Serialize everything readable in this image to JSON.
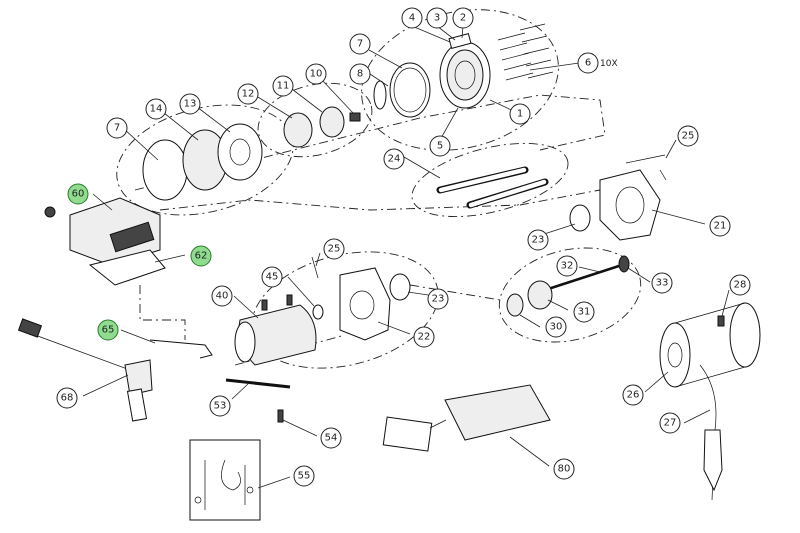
{
  "callouts": [
    {
      "id": "c1",
      "label": "1"
    },
    {
      "id": "c2",
      "label": "2"
    },
    {
      "id": "c3",
      "label": "3"
    },
    {
      "id": "c4",
      "label": "4"
    },
    {
      "id": "c5",
      "label": "5"
    },
    {
      "id": "c6",
      "label": "6"
    },
    {
      "id": "c7a",
      "label": "7"
    },
    {
      "id": "c7b",
      "label": "7"
    },
    {
      "id": "c8",
      "label": "8"
    },
    {
      "id": "c10",
      "label": "10"
    },
    {
      "id": "c11",
      "label": "11"
    },
    {
      "id": "c12",
      "label": "12"
    },
    {
      "id": "c13",
      "label": "13"
    },
    {
      "id": "c14",
      "label": "14"
    },
    {
      "id": "c21",
      "label": "21"
    },
    {
      "id": "c22",
      "label": "22"
    },
    {
      "id": "c23a",
      "label": "23"
    },
    {
      "id": "c23b",
      "label": "23"
    },
    {
      "id": "c24",
      "label": "24"
    },
    {
      "id": "c25a",
      "label": "25"
    },
    {
      "id": "c25b",
      "label": "25"
    },
    {
      "id": "c26",
      "label": "26"
    },
    {
      "id": "c27",
      "label": "27"
    },
    {
      "id": "c28",
      "label": "28"
    },
    {
      "id": "c30",
      "label": "30"
    },
    {
      "id": "c31",
      "label": "31"
    },
    {
      "id": "c32",
      "label": "32"
    },
    {
      "id": "c33",
      "label": "33"
    },
    {
      "id": "c40",
      "label": "40"
    },
    {
      "id": "c45",
      "label": "45"
    },
    {
      "id": "c53",
      "label": "53"
    },
    {
      "id": "c54",
      "label": "54"
    },
    {
      "id": "c55",
      "label": "55"
    },
    {
      "id": "c60",
      "label": "60",
      "highlight": true
    },
    {
      "id": "c62",
      "label": "62",
      "highlight": true
    },
    {
      "id": "c65",
      "label": "65",
      "highlight": true
    },
    {
      "id": "c68",
      "label": "68"
    },
    {
      "id": "c80",
      "label": "80"
    }
  ],
  "quantity_note": "10X",
  "colors": {
    "highlight": "#8fdc8f",
    "line": "#222222"
  }
}
